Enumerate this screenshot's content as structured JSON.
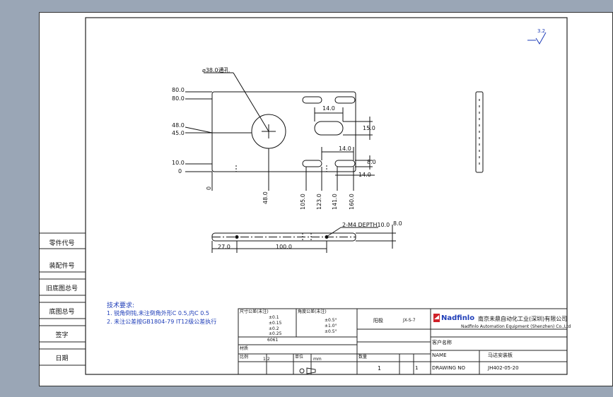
{
  "side_panel": {
    "labels": [
      "零件代号",
      "装配件号",
      "旧底图总号",
      "底图总号",
      "签字",
      "日期"
    ]
  },
  "tech_notes": {
    "title": "技术要求:",
    "lines": [
      "1. 锐角倒钝,未注倒角外形C 0.5,内C 0.5",
      "2. 未注公差按GB1804-79 IT12级公差执行"
    ]
  },
  "plate_dims": {
    "d_note": "⌀38.0通孔",
    "left_y": [
      "80.0",
      "80.0",
      "48.0",
      "45.0",
      "10.0",
      "0"
    ],
    "bottom_x": [
      "0",
      "48.0",
      "105.0",
      "123.0",
      "141.0",
      "160.0"
    ],
    "slot_top_w": "14.0",
    "slot_mid_h": "15.0",
    "slot_bot_w": "14.0",
    "slot_bot_h": "8.0",
    "slot_bot_right": "14.0"
  },
  "side_view_dims": {
    "hole_note": "2-M4 DEPTH10.0",
    "thickness": "8.0",
    "left": "27.0",
    "span": "100.0"
  },
  "title_block": {
    "tolerance_header_1": "尺寸公差(未注)",
    "tolerance_header_2": "角度公差(未注)",
    "tol_left": [
      "±0.1",
      "±0.15",
      "±0.2",
      "±0.25"
    ],
    "tol_right": [
      "±0.5°",
      "±1.0°",
      "±0.5°"
    ],
    "material_label": "材质",
    "material_value": "6061",
    "finish_value": "阳极",
    "finish_code": "JX-S-7",
    "qty_label": "数量",
    "qty_value": "1",
    "scale_label": "比例",
    "scale_value": "1:2",
    "unit_label": "单位",
    "unit_value": "mm",
    "rev_value": "1",
    "company_cn": "南京未鼎自动化工业(深圳)有限公司",
    "company_en": "Nadfinlo Automation Equipment (Shenzhen) Co.,Ltd",
    "logo": "Nadfinlo",
    "customer_label": "客户名称",
    "name_label": "NAME",
    "name_value": "马达安装板",
    "drawing_no_label": "DRAWING NO",
    "drawing_no_value": "JH402-05-20"
  },
  "surface_mark": "3.2"
}
